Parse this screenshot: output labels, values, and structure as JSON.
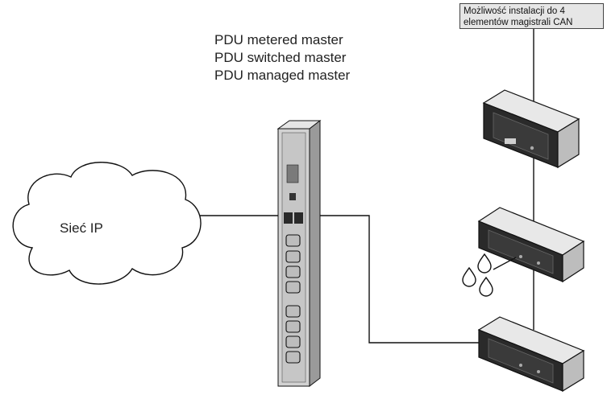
{
  "pdu_models": [
    "PDU metered master",
    "PDU switched master",
    "PDU managed master"
  ],
  "network": {
    "label": "Sieć IP"
  },
  "can_note": {
    "line1": "Możliwość instalacji do 4",
    "line2": "elementów magistrali CAN"
  },
  "colors": {
    "device_shade": "#c8c8c8",
    "device_dark": "#2a2a2a",
    "line": "#111111",
    "note_bg": "#e6e6e6"
  }
}
